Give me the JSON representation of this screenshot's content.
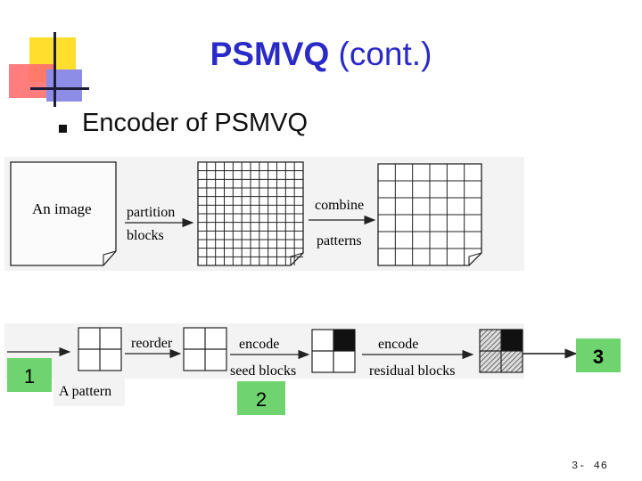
{
  "slide": {
    "title_bold": "PSMVQ",
    "title_rest": " (cont.)",
    "bullet": "Encoder of PSMVQ",
    "page_number": "3- 46"
  },
  "diagram": {
    "image_label": "An image",
    "arrow_partition": "partition",
    "arrow_partition_2": "blocks",
    "arrow_combine": "combine",
    "arrow_combine_2": "patterns",
    "arrow_reorder": "reorder",
    "arrow_encode_seed": "encode",
    "arrow_encode_seed_2": "seed blocks",
    "arrow_encode_residual": "encode",
    "arrow_encode_residual_2": "residual blocks",
    "pattern_label": "A pattern",
    "step_markers": [
      "1",
      "2",
      "3"
    ]
  }
}
